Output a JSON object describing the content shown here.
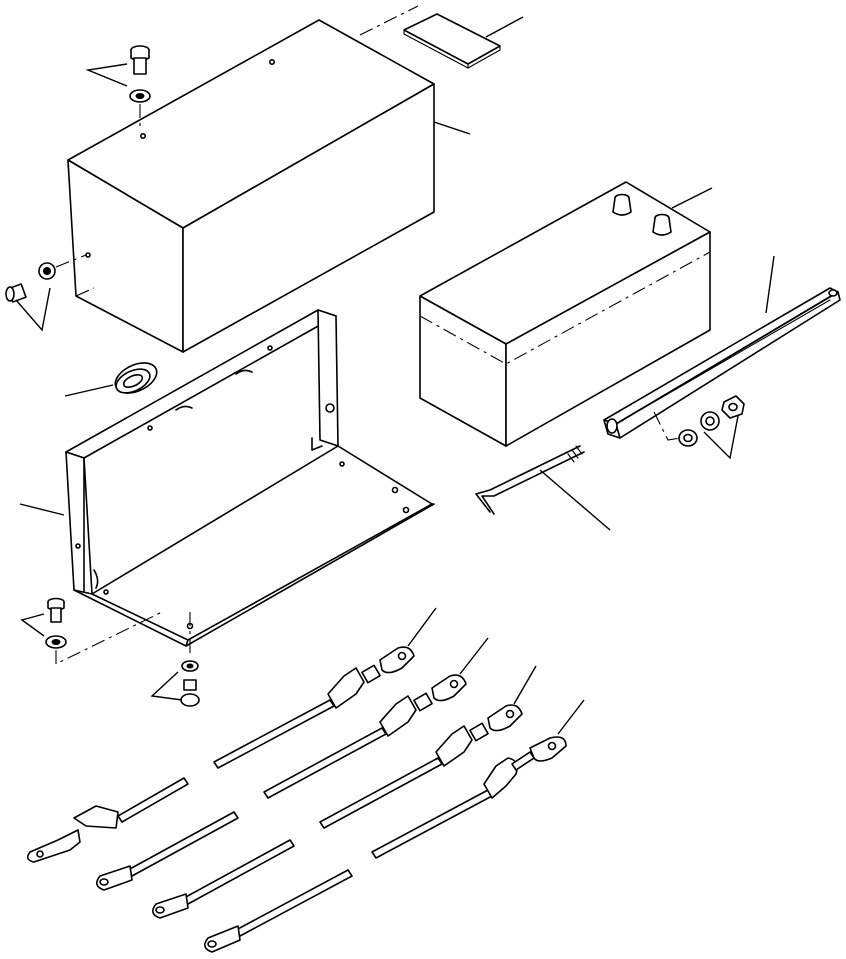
{
  "diagram": {
    "parts": [
      "cover-plate",
      "battery-box-cover",
      "battery",
      "hold-down-bar",
      "j-bolt",
      "washer-and-nut-set",
      "grommet",
      "battery-tray",
      "cover-bolt-and-washer",
      "side-bolt-and-washer",
      "tray-front-bolt",
      "tray-bottom-bolt",
      "battery-cable-1",
      "battery-cable-2",
      "battery-cable-3",
      "battery-cable-4"
    ]
  }
}
